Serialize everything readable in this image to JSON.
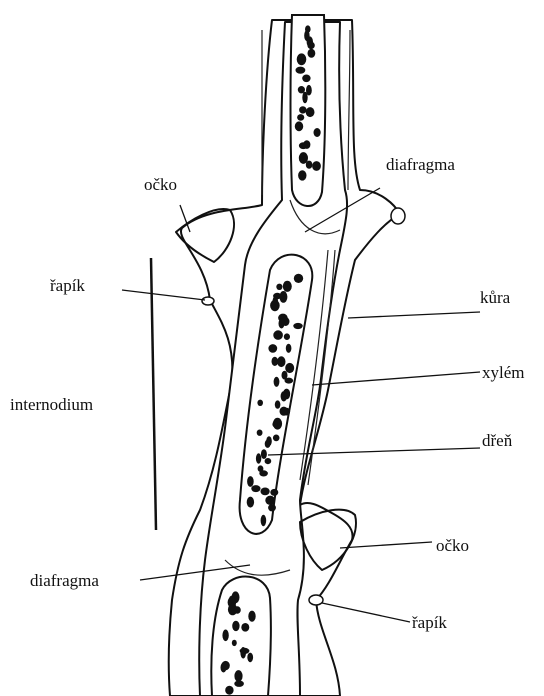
{
  "labels": {
    "ocko_top": "očko",
    "diafragma_top": "diafragma",
    "rapik_left": "řapík",
    "kura": "kůra",
    "xylem": "xylém",
    "internodium": "internodium",
    "dren": "dřeň",
    "ocko_bottom": "očko",
    "diafragma_bottom": "diafragma",
    "rapik_bottom": "řapík"
  }
}
